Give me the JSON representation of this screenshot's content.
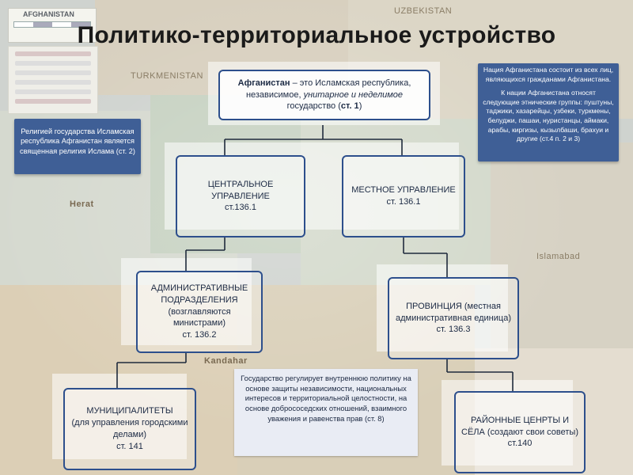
{
  "title": "Политико-территориальное устройство",
  "map": {
    "legend_title": "AFGHANISTAN",
    "labels": [
      "UZBEKISTAN",
      "TURKMENISTAN",
      "Herat",
      "Kandahar",
      "Islamabad"
    ]
  },
  "nodes": {
    "afghanistan": {
      "term": "Афганистан",
      "text1": " – это Исламская республика, независимое, ",
      "emph": "унитарное и неделимое",
      "text2": " государство (",
      "article": "ст. 1",
      "text3": ")"
    },
    "central": "ЦЕНТРАЛЬНОЕ УПРАВЛЕНИЕ ст.136.1",
    "local": "МЕСТНОЕ УПРАВЛЕНИЕ ст. 136.1",
    "admin": {
      "heading": "АДМИНИСТРАТИВНЫЕ ПОДРАЗДЕЛЕНИЯ",
      "sub": "(возглавляются министрами)",
      "article": "ст. 136.2"
    },
    "province": {
      "heading": "ПРОВИНЦИЯ",
      "sub": " (местная административная единица)",
      "article": "ст. 136.3"
    },
    "municipal": {
      "heading": "МУНИЦИПАЛИТЕТЫ",
      "sub": "(для управления городскими делами)",
      "article": "ст. 141"
    },
    "district": {
      "heading": "РАЙОННЫЕ ЦЕНРТЫ И СЁЛА",
      "sub": " (создают свои советы)",
      "article": "ст.140"
    }
  },
  "notes": {
    "religion": "Религией государства Исламская республика Афганистан является священная религия Ислама (ст. 2)",
    "nation_1": "Нация Афганистана  состоит из всех лиц, являющихся гражданами Афганистана.",
    "nation_2": "К нации Афганистана относят следующие этнические группы: пуштуны, таджики, хазарейцы, узбеки, туркмены, белуджи, пашаи, нуристанцы, аймаки, арабы, киргизы, кызылбаши, брахуи и другие (ст.4  п. 2 и 3)",
    "policy": "Государство регулирует внутреннюю политику на основе защиты независимости, национальных интересов и территориальной целостности, на основе добрососедских отношений, взаимного уважения и равенства прав (ст. 8)"
  },
  "colors": {
    "box_border": "#2d4f8c",
    "note_bg": "#3f5f96",
    "title": "#1a1a1a"
  }
}
